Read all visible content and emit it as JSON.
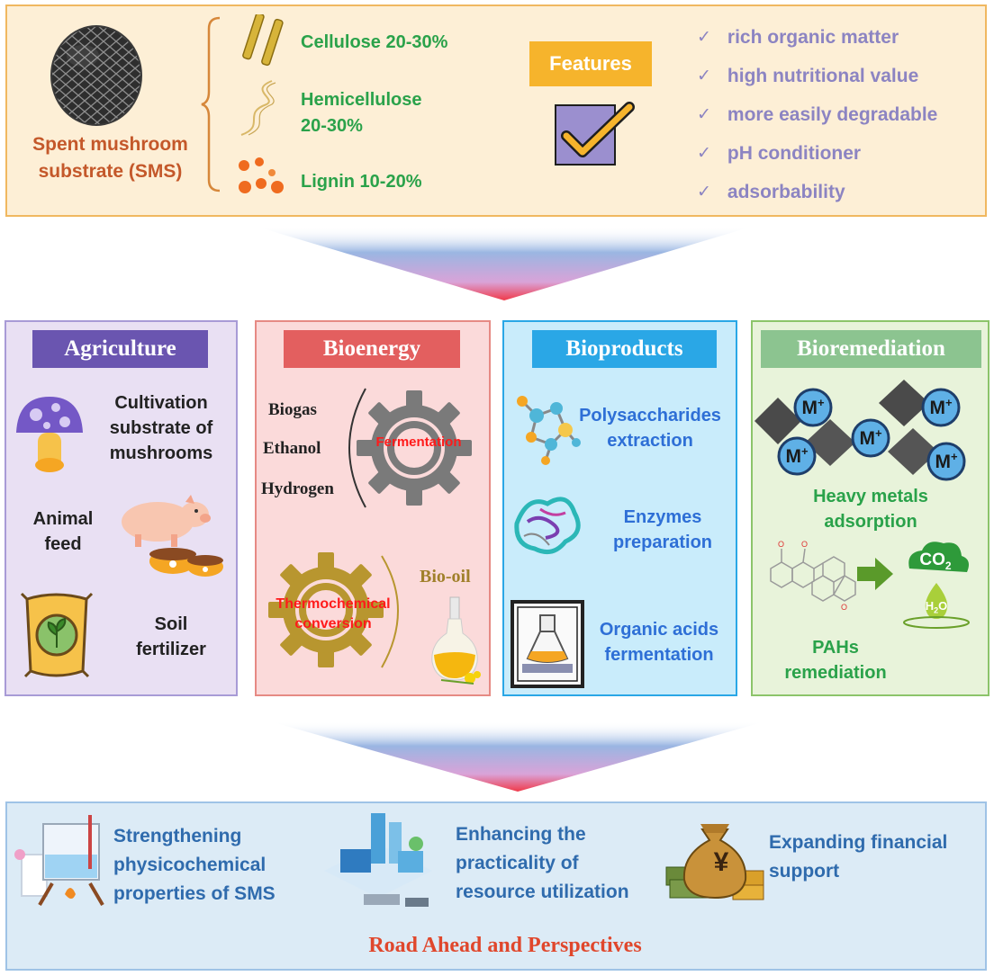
{
  "sms": {
    "label_line1": "Spent mushroom",
    "label_line2": "substrate (SMS)",
    "components": [
      {
        "line1": "Cellulose 20-30%",
        "line2": ""
      },
      {
        "line1": "Hemicellulose",
        "line2": "20-30%"
      },
      {
        "line1": "Lignin 10-20%",
        "line2": ""
      }
    ]
  },
  "features": {
    "title": "Features",
    "check_glyph": "✓",
    "items": [
      "rich organic matter",
      "high nutritional value",
      "more easily degradable",
      "pH conditioner",
      "adsorbability"
    ]
  },
  "sections": {
    "agriculture": {
      "title": "Agriculture",
      "items": [
        {
          "lines": [
            "Cultivation",
            "substrate of",
            "mushrooms"
          ]
        },
        {
          "lines": [
            "Animal",
            "feed"
          ]
        },
        {
          "lines": [
            "Soil",
            "fertilizer"
          ]
        }
      ]
    },
    "bioenergy": {
      "title": "Bioenergy",
      "products_top": [
        "Biogas",
        "Ethanol",
        "Hydrogen"
      ],
      "gear_top_label": "Fermentation",
      "gear_bottom_label_line1": "Thermochemical",
      "gear_bottom_label_line2": "conversion",
      "product_bottom": "Bio-oil"
    },
    "bioproducts": {
      "title": "Bioproducts",
      "items": [
        {
          "line1": "Polysaccharides",
          "line2": "extraction"
        },
        {
          "line1": "Enzymes",
          "line2": "preparation"
        },
        {
          "line1": "Organic acids",
          "line2": "fermentation"
        }
      ]
    },
    "bioremediation": {
      "title": "Bioremediation",
      "ion_label": "M",
      "ion_charge": "+",
      "item1_line1": "Heavy metals",
      "item1_line2": "adsorption",
      "co2_label": "CO",
      "co2_sub": "2",
      "h2o_label": "H",
      "h2o_sub": "2",
      "h2o_end": "O",
      "item2_line1": "PAHs",
      "item2_line2": "remediation"
    }
  },
  "road": {
    "items": [
      {
        "line1": "Strengthening",
        "line2": "physicochemical",
        "line3": "properties of SMS"
      },
      {
        "line1": "Enhancing the",
        "line2": "practicality of",
        "line3": "resource utilization"
      },
      {
        "line1": "Expanding financial",
        "line2": "support",
        "line3": ""
      }
    ],
    "money_symbol": "¥",
    "footer": "Road Ahead and Perspectives"
  },
  "colors": {
    "agriculture_bg": "#e9e0f3",
    "agriculture_border": "#a89bd6",
    "agriculture_title": "#6a55b0",
    "bioenergy_bg": "#fbdada",
    "bioenergy_border": "#e68a84",
    "bioenergy_title": "#e35f5f",
    "bioproducts_bg": "#c9ecfb",
    "bioproducts_border": "#2aa7e6",
    "bioproducts_title": "#2aa7e6",
    "bioremediation_bg": "#e8f3da",
    "bioremediation_border": "#8cc46a",
    "bioremediation_title": "#8cc490",
    "features_title": "#f6b42c",
    "road_footer": "#e0472c"
  }
}
